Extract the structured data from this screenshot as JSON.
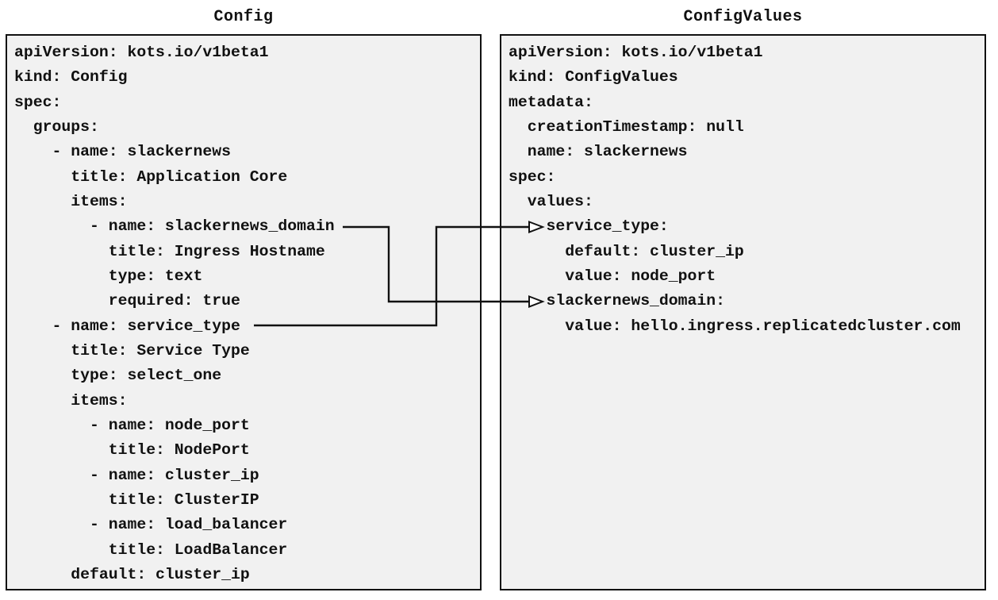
{
  "panels": [
    {
      "id": "config",
      "title": "Config",
      "code_lines": [
        "apiVersion: kots.io/v1beta1",
        "kind: Config",
        "spec:",
        "  groups:",
        "    - name: slackernews",
        "      title: Application Core",
        "      items:",
        "        - name: slackernews_domain",
        "          title: Ingress Hostname",
        "          type: text",
        "          required: true",
        "    - name: service_type",
        "      title: Service Type",
        "      type: select_one",
        "      items:",
        "        - name: node_port",
        "          title: NodePort",
        "        - name: cluster_ip",
        "          title: ClusterIP",
        "        - name: load_balancer",
        "          title: LoadBalancer",
        "      default: cluster_ip"
      ]
    },
    {
      "id": "configvalues",
      "title": "ConfigValues",
      "code_lines": [
        "apiVersion: kots.io/v1beta1",
        "kind: ConfigValues",
        "metadata:",
        "  creationTimestamp: null",
        "  name: slackernews",
        "spec:",
        "  values:",
        "    service_type:",
        "      default: cluster_ip",
        "      value: node_port",
        "    slackernews_domain:",
        "      value: hello.ingress.replicatedcluster.com"
      ]
    }
  ],
  "connections": [
    {
      "from_panel": "Config",
      "from_item": "slackernews_domain",
      "to_panel": "ConfigValues",
      "to_item": "slackernews_domain:"
    },
    {
      "from_panel": "Config",
      "from_item": "service_type",
      "to_panel": "ConfigValues",
      "to_item": "service_type:"
    }
  ],
  "colors": {
    "page_bg": "#ffffff",
    "panel_bg": "#f1f1f1",
    "border": "#111111",
    "text": "#111111",
    "connector": "#111111",
    "arrowhead_fill": "#ffffff"
  }
}
